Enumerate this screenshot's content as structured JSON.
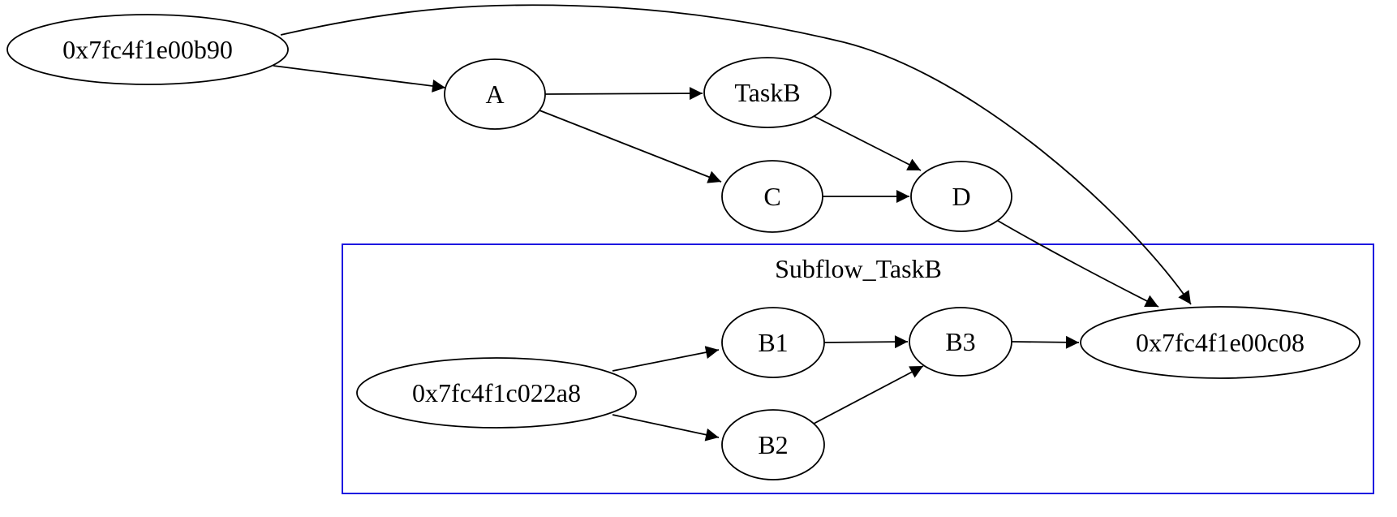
{
  "diagram": {
    "type": "directed-graph",
    "background": "#ffffff",
    "edge_color": "#000000",
    "node_fill": "#ffffff",
    "node_stroke": "#000000",
    "text_color": "#000000",
    "cluster": {
      "label": "Subflow_TaskB",
      "border_color": "#1d18e0"
    },
    "nodes": {
      "b90": {
        "label": "0x7fc4f1e00b90"
      },
      "a": {
        "label": "A"
      },
      "taskb": {
        "label": "TaskB"
      },
      "c": {
        "label": "C"
      },
      "d": {
        "label": "D"
      },
      "a8": {
        "label": "0x7fc4f1c022a8"
      },
      "b1": {
        "label": "B1"
      },
      "b2": {
        "label": "B2"
      },
      "b3": {
        "label": "B3"
      },
      "c08": {
        "label": "0x7fc4f1e00c08"
      }
    },
    "edges": [
      {
        "from": "0x7fc4f1e00b90",
        "to": "A"
      },
      {
        "from": "0x7fc4f1e00b90",
        "to": "0x7fc4f1e00c08"
      },
      {
        "from": "A",
        "to": "TaskB"
      },
      {
        "from": "A",
        "to": "C"
      },
      {
        "from": "TaskB",
        "to": "D"
      },
      {
        "from": "C",
        "to": "D"
      },
      {
        "from": "D",
        "to": "0x7fc4f1e00c08"
      },
      {
        "from": "0x7fc4f1c022a8",
        "to": "B1"
      },
      {
        "from": "0x7fc4f1c022a8",
        "to": "B2"
      },
      {
        "from": "B1",
        "to": "B3"
      },
      {
        "from": "B2",
        "to": "B3"
      },
      {
        "from": "B3",
        "to": "0x7fc4f1e00c08"
      }
    ]
  }
}
